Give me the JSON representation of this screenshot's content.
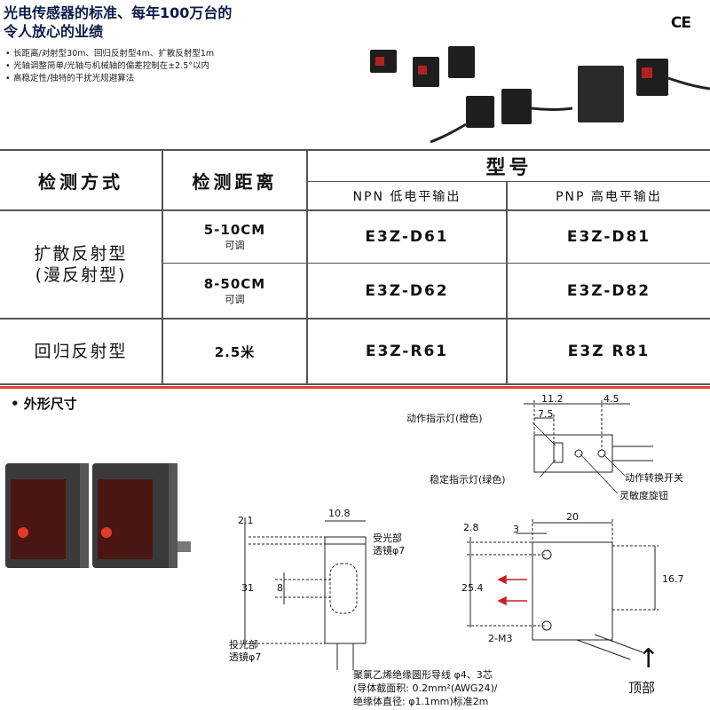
{
  "header": {
    "title": "光电传感器的标准、每年100万台的\n令人放心的业绩",
    "bullets": [
      "长距离/对射型30m、回归反射型4m、扩散反射型1m",
      "光轴调整简单/光轴与机械轴的偏差控制在±2.5°以内",
      "高稳定性/独特的干扰光规避算法"
    ],
    "ce_mark": "CE"
  },
  "table": {
    "col_method": "检测方式",
    "col_distance": "检测距离",
    "col_model": "型号",
    "col_npn": "NPN 低电平输出",
    "col_pnp": "PNP 高电平输出",
    "group_diffuse": "扩散反射型\n(漫反射型)",
    "group_retro": "回归反射型",
    "rows": [
      {
        "distance": "5-10CM",
        "note": "可调",
        "npn": "E3Z-D61",
        "pnp": "E3Z-D81"
      },
      {
        "distance": "8-50CM",
        "note": "可调",
        "npn": "E3Z-D62",
        "pnp": "E3Z-D82"
      },
      {
        "distance": "2.5米",
        "note": "",
        "npn": "E3Z-R61",
        "pnp": "E3Z R81"
      }
    ]
  },
  "dimensions": {
    "section_title": "• 外形尺寸",
    "labels": {
      "action_led": "动作指示灯(橙色)",
      "stable_led": "稳定指示灯(绿色)",
      "mode_switch": "动作转换开关",
      "sensitivity": "灵敏度旋钮",
      "receiver_lens_1": "受光部",
      "receiver_lens_2": "透镜φ7",
      "emitter_lens_1": "投光部",
      "emitter_lens_2": "透镜φ7",
      "mount": "2-M3",
      "cable_1": "聚氯乙烯绝缘圆形导线 φ4、3芯",
      "cable_2": "(导体截面积: 0.2mm²(AWG24)/",
      "cable_3": "绝缘体直径: φ1.1mm)标准2m"
    },
    "values": {
      "d11_2": "11.2",
      "d4_5": "4.5",
      "d7_5": "7.5",
      "d2_1": "2.1",
      "d10_8": "10.8",
      "d31": "31",
      "d8": "8",
      "d2_8": "2.8",
      "d3": "3",
      "d20": "20",
      "d25_4": "25.4",
      "d16_7": "16.7"
    }
  },
  "nav": {
    "top_label": "顶部",
    "top_icon": "arrow-up-icon"
  }
}
